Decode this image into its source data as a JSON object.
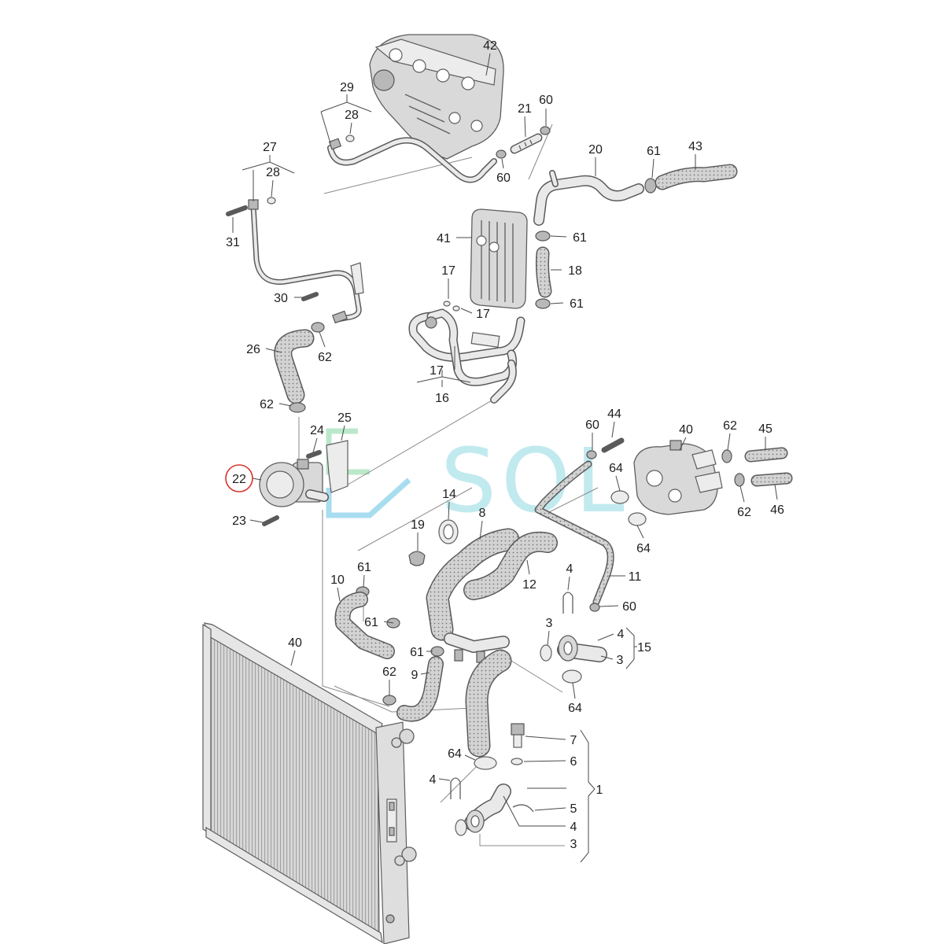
{
  "callouts": [
    {
      "label": "42"
    },
    {
      "label": "29"
    },
    {
      "label": "28"
    },
    {
      "label": "21"
    },
    {
      "label": "60"
    },
    {
      "label": "27"
    },
    {
      "label": "28"
    },
    {
      "label": "20"
    },
    {
      "label": "61"
    },
    {
      "label": "43"
    },
    {
      "label": "60"
    },
    {
      "label": "31"
    },
    {
      "label": "41"
    },
    {
      "label": "61"
    },
    {
      "label": "17"
    },
    {
      "label": "18"
    },
    {
      "label": "30"
    },
    {
      "label": "17"
    },
    {
      "label": "61"
    },
    {
      "label": "26"
    },
    {
      "label": "62"
    },
    {
      "label": "17"
    },
    {
      "label": "16"
    },
    {
      "label": "62"
    },
    {
      "label": "25"
    },
    {
      "label": "24"
    },
    {
      "label": "60"
    },
    {
      "label": "44"
    },
    {
      "label": "40"
    },
    {
      "label": "62"
    },
    {
      "label": "45"
    },
    {
      "label": "22",
      "highlighted": true
    },
    {
      "label": "64"
    },
    {
      "label": "14"
    },
    {
      "label": "8"
    },
    {
      "label": "62"
    },
    {
      "label": "46"
    },
    {
      "label": "23"
    },
    {
      "label": "19"
    },
    {
      "label": "64"
    },
    {
      "label": "61"
    },
    {
      "label": "10"
    },
    {
      "label": "12"
    },
    {
      "label": "4"
    },
    {
      "label": "11"
    },
    {
      "label": "61"
    },
    {
      "label": "60"
    },
    {
      "label": "3"
    },
    {
      "label": "4"
    },
    {
      "label": "15"
    },
    {
      "label": "3"
    },
    {
      "label": "40"
    },
    {
      "label": "61"
    },
    {
      "label": "9"
    },
    {
      "label": "62"
    },
    {
      "label": "64"
    },
    {
      "label": "7"
    },
    {
      "label": "6"
    },
    {
      "label": "64"
    },
    {
      "label": "1"
    },
    {
      "label": "4"
    },
    {
      "label": "5"
    },
    {
      "label": "4"
    },
    {
      "label": "3"
    }
  ],
  "watermark": {
    "text": "SOL"
  },
  "colors": {
    "highlight": "#d9332b",
    "watermark_green": "#8ed8a8",
    "watermark_blue": "#6ec6e6"
  }
}
